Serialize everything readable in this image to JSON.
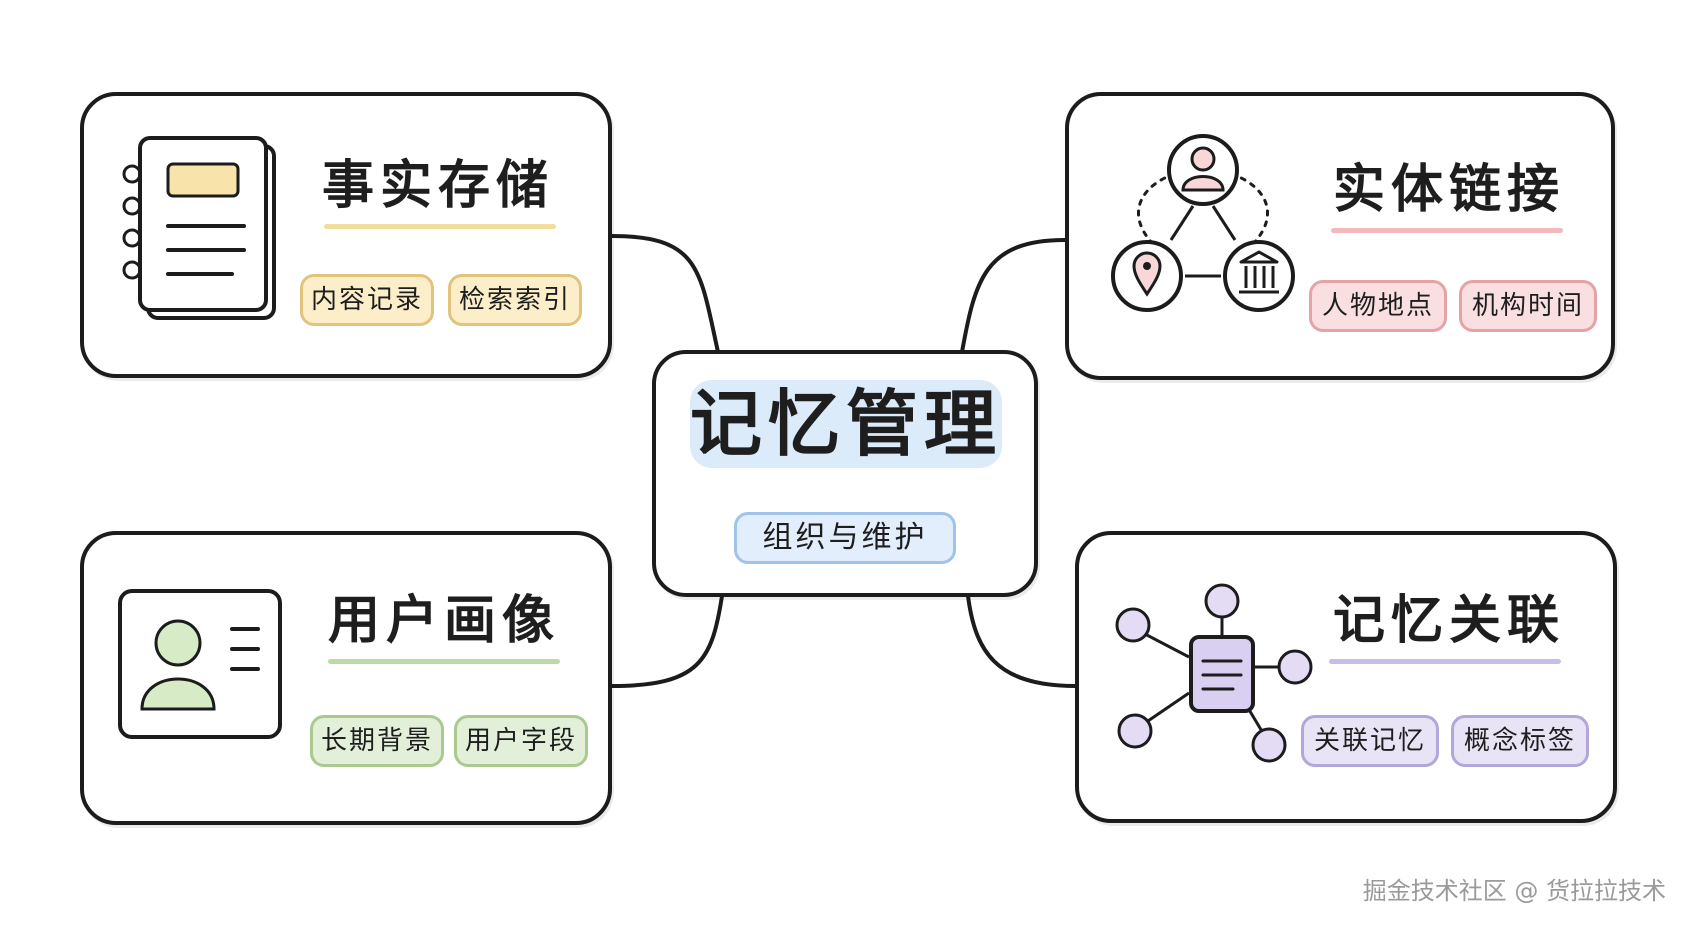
{
  "center": {
    "title": "记忆管理",
    "subtitle": "组织与维护"
  },
  "branches": {
    "facts": {
      "title": "事实存储",
      "tags": [
        "内容记录",
        "检索索引"
      ],
      "icon": "notebook-icon",
      "color": "#e9cf7e"
    },
    "entities": {
      "title": "实体链接",
      "tags": [
        "人物地点",
        "机构时间"
      ],
      "icon": "entity-network-icon",
      "color": "#e7a1a5"
    },
    "profile": {
      "title": "用户画像",
      "tags": [
        "长期背景",
        "用户字段"
      ],
      "icon": "profile-card-icon",
      "color": "#a9c98f"
    },
    "links": {
      "title": "记忆关联",
      "tags": [
        "关联记忆",
        "概念标签"
      ],
      "icon": "memory-graph-icon",
      "color": "#b3a6da"
    }
  },
  "watermark": "掘金技术社区 @ 货拉拉技术"
}
